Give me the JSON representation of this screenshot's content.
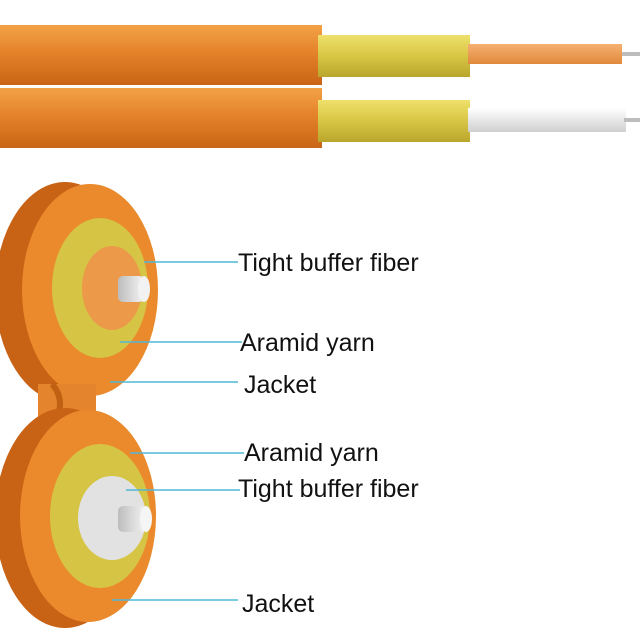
{
  "labels": {
    "upper_tight_buffer": "Tight buffer fiber",
    "upper_aramid": "Aramid yarn",
    "upper_jacket": "Jacket",
    "lower_aramid": "Aramid yarn",
    "lower_tight_buffer": "Tight buffer fiber",
    "lower_jacket": "Jacket"
  },
  "colors": {
    "jacket": "#e9892a",
    "aramid_yarn": "#d8c545",
    "upper_buffer": "#f0a055",
    "lower_buffer": "#e8e8e8",
    "fiber_core": "#d9d9d9",
    "leader_line": "#4fb8d8"
  }
}
